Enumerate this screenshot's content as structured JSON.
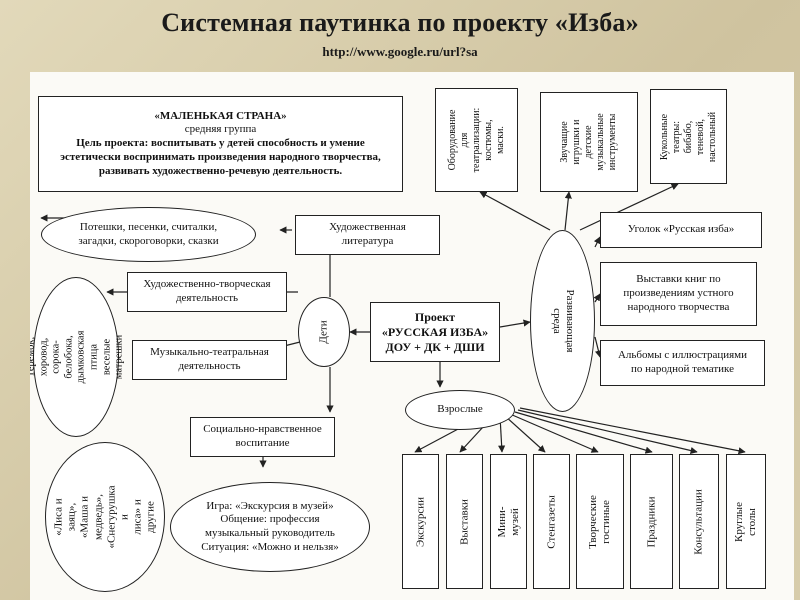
{
  "slide": {
    "title": "Системная паутинка по проекту «Изба»",
    "url": "http://www.google.ru/url?sa"
  },
  "header_box": {
    "name": "«МАЛЕНЬКАЯ СТРАНА»",
    "group": "средняя группа",
    "goal": "Цель проекта: воспитывать у детей способность и умение\nэстетически воспринимать произведения народного творчества,\nразвивать художественно-речевую деятельность."
  },
  "center": {
    "label": "Проект\n«РУССКАЯ ИЗБА»\nДОУ + ДК + ДШИ"
  },
  "children": {
    "label": "Дети",
    "folklore": "Потешки, песенки, считалки,\nзагадки, скороговорки, сказки",
    "literature": "Художественная\nлитература",
    "art_creative": "Художественно-творческая\nдеятельность",
    "crafts": "Теремок, хоровод,\nсорока-белобока,\nдымковская птица\nвеселые матрешки",
    "music_theatre": "Музыкально-театральная\nдеятельность",
    "fairy_tales": "«Лиса и заяц»,\n«Маша и\nмедведь»,\n«Снегурушка и\nлиса» и другие",
    "social_moral": "Социально-нравственное\nвоспитание",
    "activities": "Игра: «Экскурсия в музей»\nОбщение: профессия\nмузыкальный руководитель\nСитуация: «Можно и нельзя»"
  },
  "environment": {
    "label": "Развивающая среда",
    "top_items": [
      "Оборудование\nдля\nтеатрализации:\nкостюмы,\nмаски.",
      "Звучащие\nигрушки и\nдетские\nмузыкальные\nинструменты",
      "Кукольные\nтеатры: бибабо,\nтеневой,\nнастольный"
    ],
    "side_items": [
      "Уголок «Русская изба»",
      "Выставки книг по\nпроизведениям устного\nнародного творчества",
      "Альбомы с иллюстрациями\nпо народной тематике"
    ]
  },
  "adults": {
    "label": "Взрослые",
    "items": [
      "Экскурсии",
      "Выставки",
      "Мини-музей",
      "Стенгазеты",
      "Творческие\nгостиные",
      "Праздники",
      "Консультации",
      "Круглые столы"
    ]
  }
}
